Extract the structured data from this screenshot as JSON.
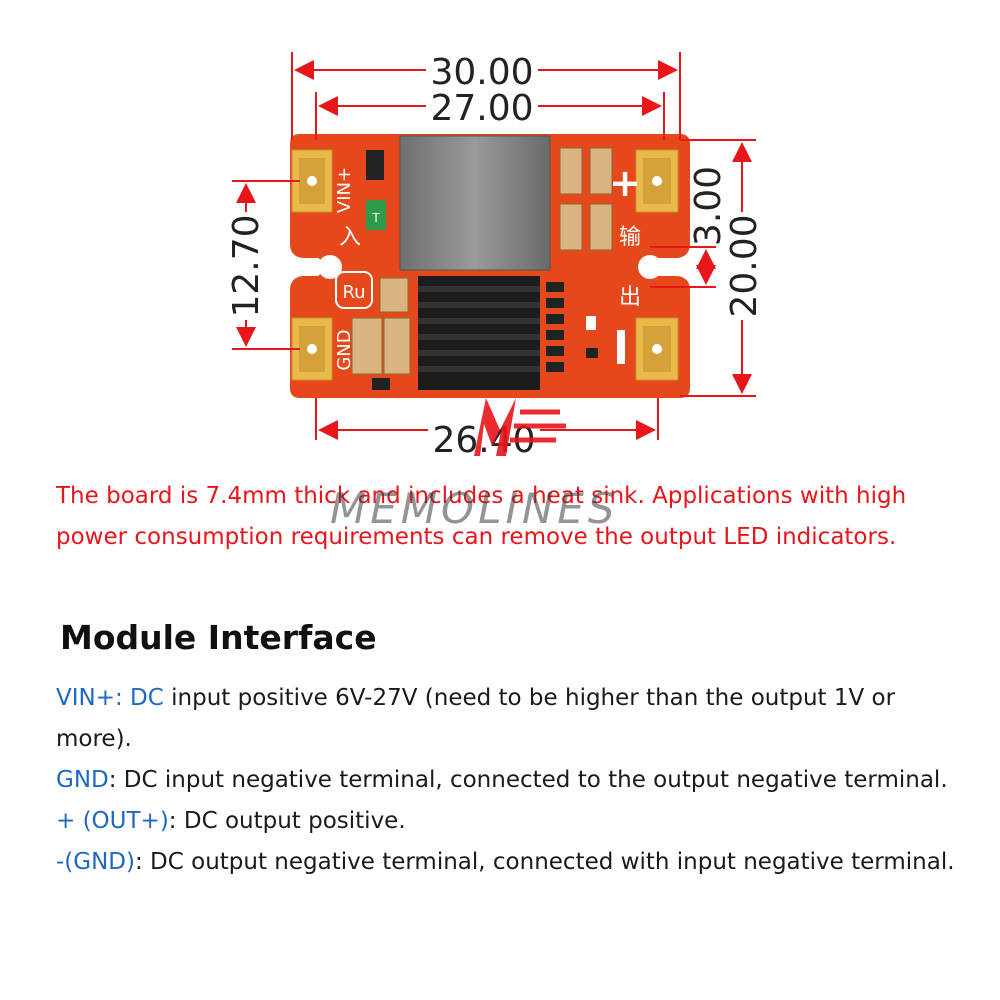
{
  "dimensions": {
    "overall_width": "30.00",
    "mount_width": "27.00",
    "left_height": "12.70",
    "slot_height": "3.00",
    "overall_height": "20.00",
    "bottom_width": "26.40"
  },
  "board_labels": {
    "vin": "VIN+",
    "gnd": "GND",
    "in_char": "入",
    "out_char_1": "输",
    "out_char_2": "出",
    "plus": "+",
    "minus": "-",
    "logo": "Ru",
    "test": "T"
  },
  "watermark": {
    "text": "MEMOLINES",
    "color": "#e8161b"
  },
  "note": "The board is 7.4mm thick and includes a heat sink. Applications with high power consumption requirements can remove the output LED indicators.",
  "heading": "Module Interface",
  "interface": [
    {
      "term": "VIN+: DC",
      "text": " input positive 6V-27V (need to be higher than the output 1V or more)."
    },
    {
      "term": "GND",
      "text": ": DC input negative terminal, connected to the output negative terminal."
    },
    {
      "term": "+ (OUT+)",
      "text": ": DC output positive."
    },
    {
      "term": "-(GND)",
      "text": ": DC output negative terminal, connected with input negative terminal."
    }
  ],
  "colors": {
    "board": "#e5481a",
    "dimension_line": "#e8161b",
    "term": "#1f68c2",
    "note": "#e8161b"
  }
}
